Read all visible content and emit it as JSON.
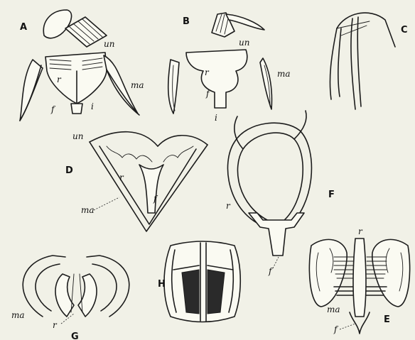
{
  "panels": [
    {
      "id": "A",
      "letter": "A",
      "labels": {
        "un": "un",
        "r": "r",
        "ma": "ma",
        "f": "f",
        "i": "i"
      }
    },
    {
      "id": "B",
      "letter": "B",
      "labels": {
        "un": "un",
        "r": "r",
        "ma": "ma",
        "f": "f",
        "i": "i"
      }
    },
    {
      "id": "C",
      "letter": "C",
      "labels": {}
    },
    {
      "id": "D",
      "letter": "D",
      "labels": {
        "un": "un",
        "r": "r",
        "ma": "ma",
        "f": "f"
      }
    },
    {
      "id": "F",
      "letter": "F",
      "labels": {
        "r": "r",
        "f": "f"
      }
    },
    {
      "id": "G",
      "letter": "G",
      "labels": {
        "ma": "ma",
        "r": "r"
      }
    },
    {
      "id": "H",
      "letter": "H",
      "labels": {}
    },
    {
      "id": "E",
      "letter": "E",
      "labels": {
        "r": "r",
        "ma": "ma",
        "f": "f"
      }
    }
  ]
}
